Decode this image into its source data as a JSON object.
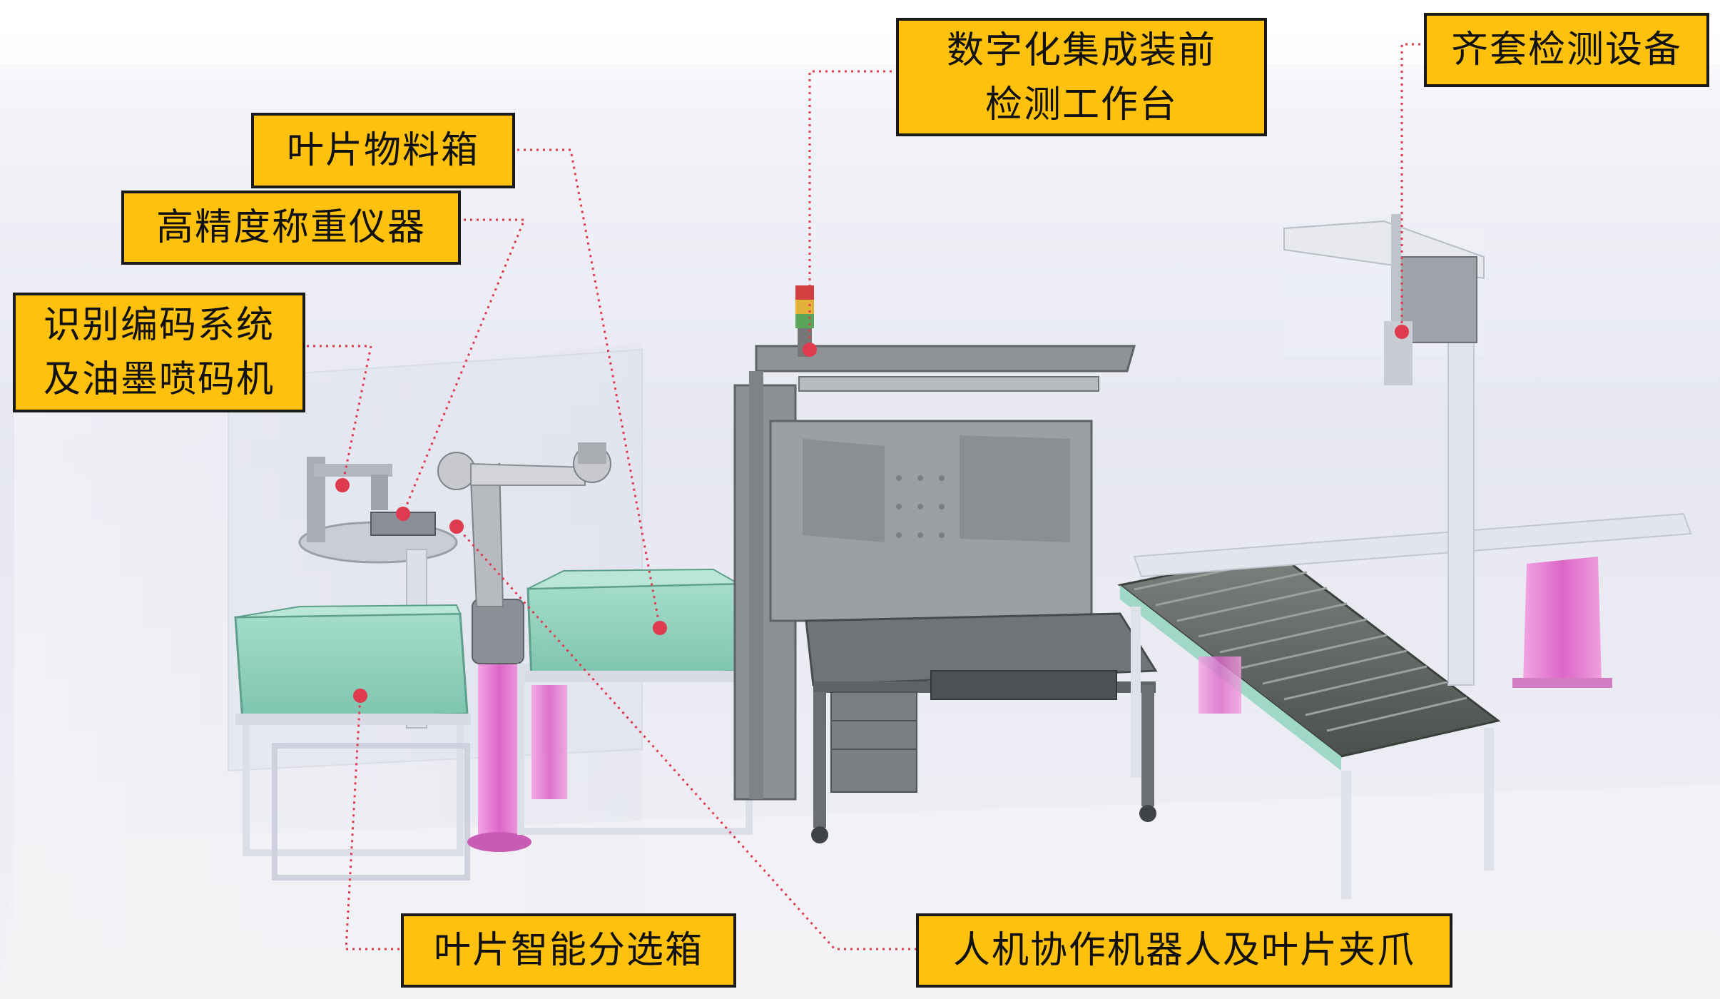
{
  "labels": {
    "blade_material_box": "叶片物料箱",
    "precision_weighing": "高精度称重仪器",
    "id_coding_system": [
      "识别编码系统",
      "及油墨喷码机"
    ],
    "digital_inspection_bench": [
      "数字化集成装前",
      "检测工作台"
    ],
    "kit_inspection_equipment": "齐套检测设备",
    "smart_sorting_box": "叶片智能分选箱",
    "cobot_gripper": "人机协作机器人及叶片夹爪"
  },
  "colors": {
    "callout_fill": "#fec10e",
    "callout_border": "#1a1a1a",
    "leader_line": "#e03a4e",
    "bin_green": "#8fd0bd",
    "pedestal_pink": "#e27ad0",
    "frame_white": "#eef0f6"
  }
}
